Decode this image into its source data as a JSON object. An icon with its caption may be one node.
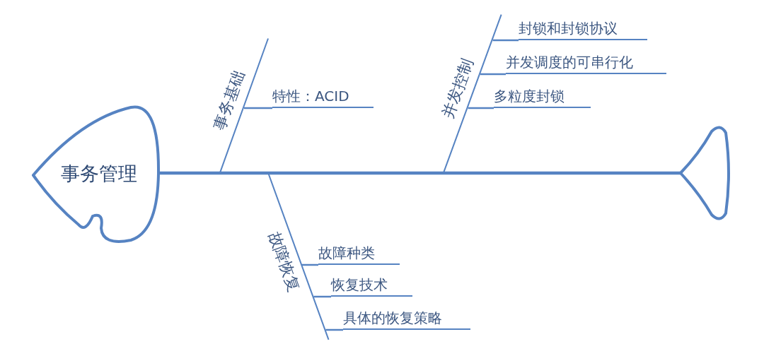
{
  "diagram": {
    "nodes": [
      {
        "text": [
          "事务管理"
        ]
      },
      {
        "text": [
          "事务基础"
        ]
      },
      {
        "text": [
          "特性：ACID"
        ]
      },
      {
        "text": [
          "并发控制"
        ]
      },
      {
        "text": [
          "封锁和封锁协议"
        ]
      },
      {
        "text": [
          "并发调度的可串行化"
        ]
      },
      {
        "text": [
          "多粒度封锁"
        ]
      },
      {
        "text": [
          "故障恢复"
        ]
      },
      {
        "text": [
          "故障种类"
        ]
      },
      {
        "text": [
          "恢复技术"
        ]
      },
      {
        "text": [
          "具体的恢复策略"
        ]
      },
      {
        "text": [],
        "shape": "triangle"
      }
    ],
    "edges": [
      {
        "from": 11,
        "to": 0,
        "arrow": "none",
        "style": "thick"
      },
      {
        "from": 1,
        "to": 0,
        "arrow": "none"
      },
      {
        "from": 2,
        "to": 1,
        "arrow": "none"
      },
      {
        "from": 3,
        "to": 0,
        "arrow": "none"
      },
      {
        "from": 4,
        "to": 3,
        "arrow": "none"
      },
      {
        "from": 5,
        "to": 3,
        "arrow": "none"
      },
      {
        "from": 6,
        "to": 3,
        "arrow": "none"
      },
      {
        "from": 7,
        "to": 0,
        "arrow": "none"
      },
      {
        "from": 8,
        "to": 7,
        "arrow": "none"
      },
      {
        "from": 9,
        "to": 7,
        "arrow": "none"
      },
      {
        "from": 10,
        "to": 7,
        "arrow": "none"
      }
    ]
  }
}
